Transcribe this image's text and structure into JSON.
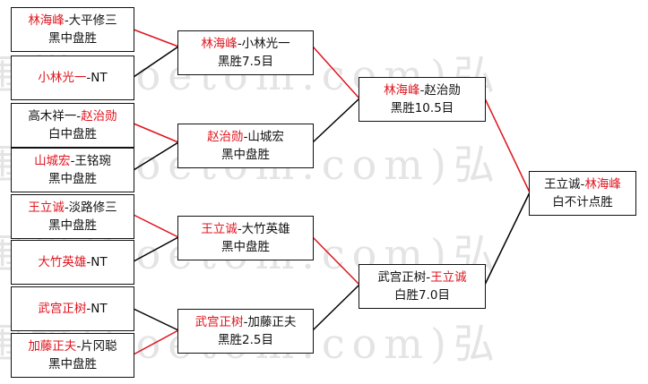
{
  "watermark": "围棋(hoetom.com)弘",
  "matches": {
    "r1m1": {
      "top": [
        "林海峰",
        "-大平修三"
      ],
      "top_colors": [
        "red",
        "blk"
      ],
      "result": "黑中盘胜"
    },
    "r1m2": {
      "top": [
        "小林光一",
        "-NT"
      ],
      "top_colors": [
        "red",
        "blk"
      ],
      "result": ""
    },
    "r1m3": {
      "top": [
        "高木祥一-",
        "赵治勋"
      ],
      "top_colors": [
        "blk",
        "red"
      ],
      "result": "白中盘胜"
    },
    "r1m4": {
      "top": [
        "山城宏",
        "-王铭琬"
      ],
      "top_colors": [
        "red",
        "blk"
      ],
      "result": "黑中盘胜"
    },
    "r1m5": {
      "top": [
        "王立诚",
        "-淡路修三"
      ],
      "top_colors": [
        "red",
        "blk"
      ],
      "result": "黑中盘胜"
    },
    "r1m6": {
      "top": [
        "大竹英雄",
        "-NT"
      ],
      "top_colors": [
        "red",
        "blk"
      ],
      "result": ""
    },
    "r1m7": {
      "top": [
        "武宫正树",
        "-NT"
      ],
      "top_colors": [
        "red",
        "blk"
      ],
      "result": ""
    },
    "r1m8": {
      "top": [
        "加藤正夫",
        "-片冈聪"
      ],
      "top_colors": [
        "red",
        "blk"
      ],
      "result": "黑中盘胜"
    },
    "r2m1": {
      "top": [
        "林海峰",
        "-小林光一"
      ],
      "top_colors": [
        "red",
        "blk"
      ],
      "result": "黑胜7.5目"
    },
    "r2m2": {
      "top": [
        "赵治勋",
        "-山城宏"
      ],
      "top_colors": [
        "red",
        "blk"
      ],
      "result": "黑中盘胜"
    },
    "r2m3": {
      "top": [
        "王立诚",
        "-大竹英雄"
      ],
      "top_colors": [
        "red",
        "blk"
      ],
      "result": "黑中盘胜"
    },
    "r2m4": {
      "top": [
        "武宫正树",
        "-加藤正夫"
      ],
      "top_colors": [
        "red",
        "blk"
      ],
      "result": "黑胜2.5目"
    },
    "r3m1": {
      "top": [
        "林海峰",
        "-赵治勋"
      ],
      "top_colors": [
        "red",
        "blk"
      ],
      "result": "黑胜10.5目"
    },
    "r3m2": {
      "top": [
        "武宫正树-",
        "王立诚"
      ],
      "top_colors": [
        "blk",
        "red"
      ],
      "result": "白胜7.0目"
    },
    "final": {
      "top": [
        "王立诚-",
        "林海峰"
      ],
      "top_colors": [
        "blk",
        "red"
      ],
      "result": "白不计点胜"
    }
  },
  "colors": {
    "winner_red": "#e0141e",
    "line_red": "#e0141e",
    "line_black": "#000000",
    "watermark_gray": "#e4e4e4"
  }
}
